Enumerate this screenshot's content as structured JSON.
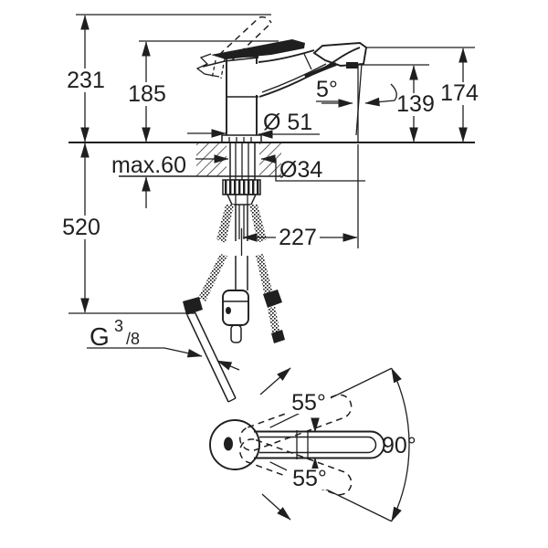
{
  "drawing": {
    "title": "kitchen-faucet-dimensional-drawing",
    "colors": {
      "line": "#1f1f1f",
      "background": "#ffffff"
    },
    "dimensions": {
      "overall_height": "231",
      "body_height": "185",
      "hose_length": "520",
      "max_counter_thickness": "max.60",
      "base_diameter": "Ø 51",
      "hole_diameter": "Ø34",
      "spout_outlet_height": "139",
      "spout_top_height": "174",
      "spout_reach": "227",
      "spray_angle": "5°",
      "thread_base": "G",
      "thread_numerator": "3",
      "thread_denominator": "/8"
    },
    "handle_view": {
      "swing_up": "55°",
      "swing_down": "55°",
      "total_swing": "90°"
    }
  }
}
